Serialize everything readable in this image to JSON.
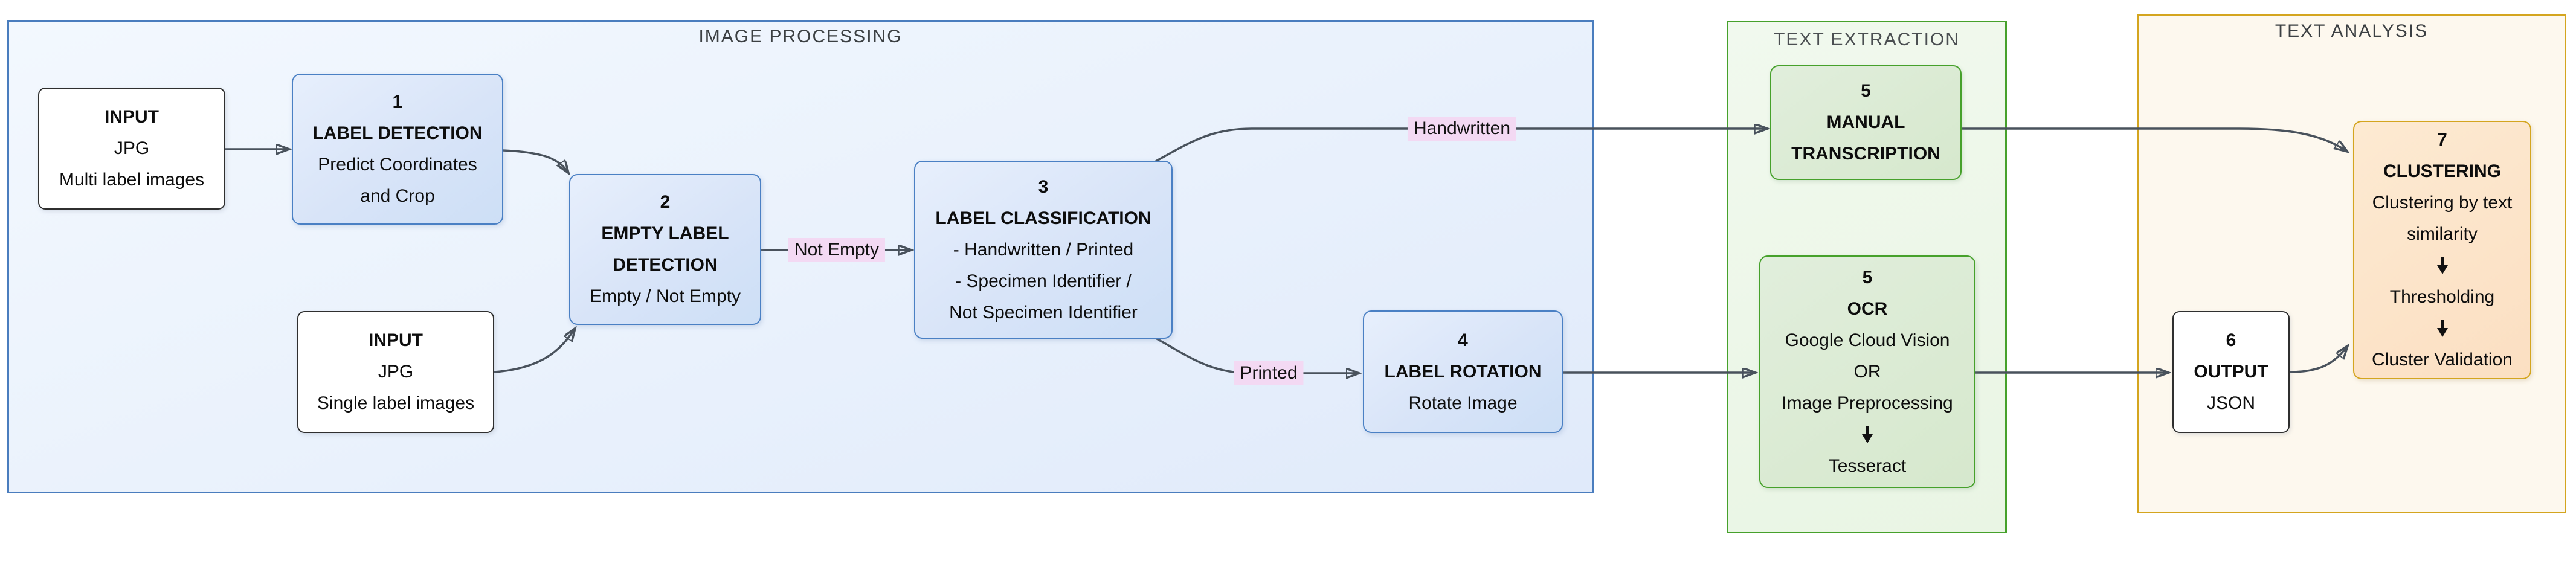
{
  "containers": {
    "image_processing": {
      "title": "IMAGE PROCESSING"
    },
    "text_extraction": {
      "title": "TEXT EXTRACTION"
    },
    "text_analysis": {
      "title": "TEXT ANALYSIS"
    }
  },
  "nodes": {
    "input_multi": {
      "lines": [
        "INPUT",
        "JPG",
        "Multi label images"
      ]
    },
    "label_detection": {
      "lines": [
        "1",
        "LABEL DETECTION",
        "Predict Coordinates",
        "and Crop"
      ]
    },
    "empty_label_detection": {
      "lines": [
        "2",
        "EMPTY LABEL",
        "DETECTION",
        "Empty / Not Empty"
      ]
    },
    "input_single": {
      "lines": [
        "INPUT",
        "JPG",
        "Single label images"
      ]
    },
    "label_classification": {
      "lines": [
        "3",
        "LABEL CLASSIFICATION",
        "- Handwritten / Printed",
        "- Specimen Identifier /",
        "Not Specimen Identifier"
      ]
    },
    "label_rotation": {
      "lines": [
        "4",
        "LABEL ROTATION",
        "Rotate Image"
      ]
    },
    "manual_transcription": {
      "lines": [
        "5",
        "MANUAL",
        "TRANSCRIPTION"
      ]
    },
    "ocr": {
      "lines": [
        "5",
        "OCR",
        "Google Cloud Vision",
        "OR",
        "Image Preprocessing",
        "⬇",
        "Tesseract"
      ]
    },
    "output": {
      "lines": [
        "6",
        "OUTPUT",
        "JSON"
      ]
    },
    "clustering": {
      "lines": [
        "7",
        "CLUSTERING",
        "Clustering by text",
        "similarity",
        "⬇",
        "Thresholding",
        "⬇",
        "Cluster Validation"
      ]
    }
  },
  "edge_labels": {
    "not_empty": "Not Empty",
    "handwritten": "Handwritten",
    "printed": "Printed"
  },
  "icons": {
    "down_arrow": "⬇"
  },
  "colors": {
    "blue_border": "#4a7dbe",
    "blue_node_fill": "#d8e4f8",
    "green_border": "#46a12b",
    "green_node_fill": "#d6e8cd",
    "gold_border": "#d4a51f",
    "peach_node_fill": "#fbe3c8",
    "pink_label_bg": "#f3d9f3",
    "arrow": "#49525c"
  }
}
